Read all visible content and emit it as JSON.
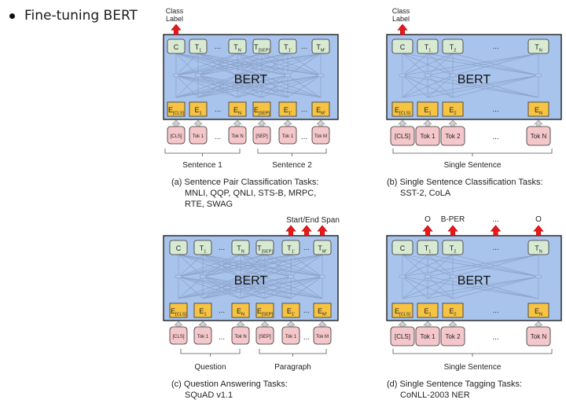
{
  "header": {
    "bullet": "Fine-tuning BERT"
  },
  "panels": [
    {
      "id": "a",
      "caption_lines": [
        "(a) Sentence Pair Classification Tasks:",
        "MNLI, QQP, QNLI, STS-B, MRPC,",
        "RTE, SWAG"
      ],
      "model_label": "BERT",
      "top_label": "Class\nLabel",
      "outputs": [
        "C",
        "T₁",
        "...",
        "T_N",
        "T[SEP]",
        "T₁'",
        "...",
        "T_M'"
      ],
      "embeddings": [
        "E[CLS]",
        "E₁",
        "...",
        "E_N",
        "E[SEP]",
        "E₁'",
        "...",
        "E_M'"
      ],
      "tokens": [
        "[CLS]",
        "Tok 1",
        "...",
        "Tok N",
        "[SEP]",
        "Tok 1",
        "...",
        "Tok M"
      ],
      "group_labels": [
        "Sentence 1",
        "Sentence 2"
      ]
    },
    {
      "id": "b",
      "caption_lines": [
        "(b) Single Sentence Classification Tasks:",
        "SST-2, CoLA"
      ],
      "model_label": "BERT",
      "top_label": "Class\nLabel",
      "outputs": [
        "C",
        "T₁",
        "T₂",
        "...",
        "T_N"
      ],
      "embeddings": [
        "E[CLS]",
        "E₁",
        "E₂",
        "...",
        "E_N"
      ],
      "tokens": [
        "[CLS]",
        "Tok 1",
        "Tok 2",
        "...",
        "Tok N"
      ],
      "group_labels": [
        "Single Sentence"
      ]
    },
    {
      "id": "c",
      "caption_lines": [
        "(c) Question Answering Tasks:",
        "SQuAD v1.1"
      ],
      "model_label": "BERT",
      "top_label": "Start/End Span",
      "outputs": [
        "C",
        "T₁",
        "...",
        "T_N",
        "T[SEP]",
        "T₁'",
        "...",
        "T_M'"
      ],
      "embeddings": [
        "E[CLS]",
        "E₁",
        "...",
        "E_N",
        "E[SEP]",
        "E₁'",
        "...",
        "E_M'"
      ],
      "tokens": [
        "[CLS]",
        "Tok 1",
        "...",
        "Tok N",
        "[SEP]",
        "Tok 1",
        "...",
        "Tok M"
      ],
      "group_labels": [
        "Question",
        "Paragraph"
      ]
    },
    {
      "id": "d",
      "caption_lines": [
        "(d) Single Sentence Tagging Tasks:",
        "CoNLL-2003 NER"
      ],
      "model_label": "BERT",
      "top_label": "",
      "tag_labels": [
        "O",
        "B-PER",
        "...",
        "O"
      ],
      "outputs": [
        "C",
        "T₁",
        "T₂",
        "...",
        "T_N"
      ],
      "embeddings": [
        "E[CLS]",
        "E₁",
        "E₂",
        "...",
        "E_N"
      ],
      "tokens": [
        "[CLS]",
        "Tok 1",
        "Tok 2",
        "...",
        "Tok N"
      ],
      "group_labels": [
        "Single Sentence"
      ]
    }
  ],
  "colors": {
    "bert_bg": "#a9c4ec",
    "output_box": "#d9ead3",
    "embedding_box": "#f6c343",
    "token_box": "#f4c7cb",
    "arrow_red": "#e8191c",
    "arrow_gray": "#d0d0d0"
  }
}
